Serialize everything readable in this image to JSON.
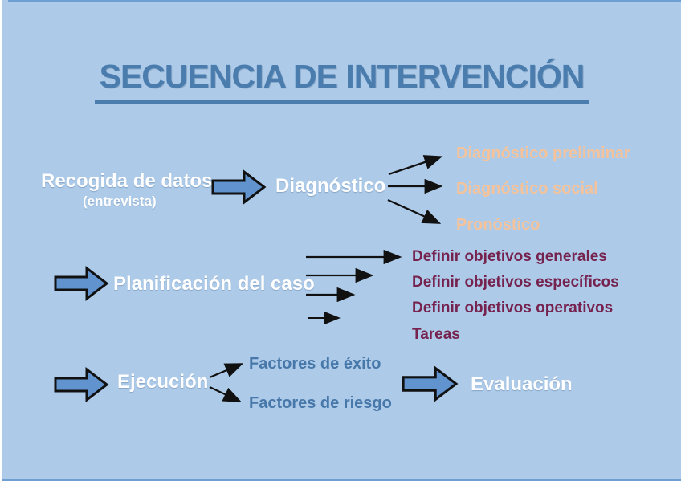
{
  "slide": {
    "title": "SECUENCIA DE INTERVENCIÓN",
    "colors": {
      "background": "#adcbe9",
      "edge_line": "#6f9ed2",
      "title_text": "#4a7cae",
      "white_text": "#ffffff",
      "peach_text": "#f4c39b",
      "plum_text": "#76224f",
      "steel_text": "#4878a9",
      "block_arrow_fill": "#6193ce",
      "block_arrow_stroke": "#111111",
      "thin_arrow": "#111111"
    }
  },
  "row1": {
    "source": "Recogida de datos",
    "source_sub": "(entrevista)",
    "stage": "Diagnóstico",
    "outputs": [
      "Diagnóstico preliminar",
      "Diagnóstico social",
      "Pronóstico"
    ]
  },
  "row2": {
    "stage": "Planificación del caso",
    "outputs": [
      "Definir objetivos generales",
      "Definir objetivos específicos",
      "Definir objetivos operativos",
      "Tareas"
    ]
  },
  "row3": {
    "stage": "Ejecución",
    "outputs": [
      "Factores de éxito",
      "Factores de riesgo"
    ],
    "final_stage": "Evaluación"
  }
}
